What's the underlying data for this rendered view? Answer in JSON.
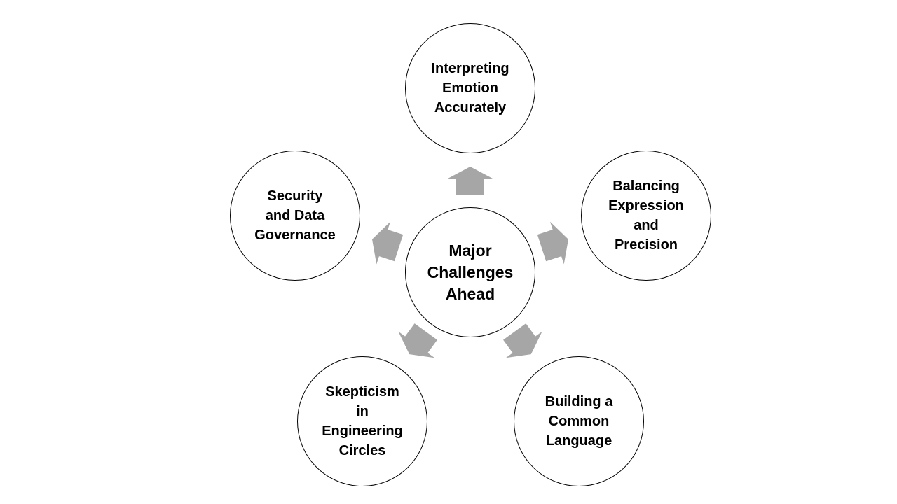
{
  "diagram": {
    "center": {
      "label": "Major\nChallenges\nAhead"
    },
    "nodes": [
      {
        "label": "Interpreting\nEmotion\nAccurately"
      },
      {
        "label": "Balancing\nExpression\nand\nPrecision"
      },
      {
        "label": "Building a\nCommon\nLanguage"
      },
      {
        "label": "Skepticism\nin\nEngineering\nCircles"
      },
      {
        "label": "Security\nand Data\nGovernance"
      }
    ],
    "colors": {
      "arrow": "#a6a6a6",
      "circle_border": "#000000",
      "text": "#000000"
    }
  }
}
